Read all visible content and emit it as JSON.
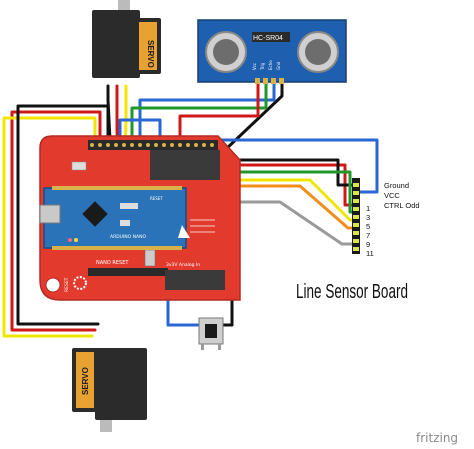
{
  "servo_top": {
    "label": "SERVO"
  },
  "servo_bottom": {
    "label": "SERVO"
  },
  "ultrasonic": {
    "label": "HC-SR04",
    "pins": [
      "Vcc",
      "Trig",
      "Echo",
      "Gnd"
    ]
  },
  "nano": {
    "label": "ARDUINO NANO",
    "reset_label": "RESET"
  },
  "shield": {
    "reset_label": "RESET",
    "nano_reset_label": "NANO RESET",
    "analog_label": "3v3V Analog In"
  },
  "line_sensor": {
    "title": "Line Sensor Board",
    "labels": [
      "Ground",
      "VCC",
      "CTRL Odd"
    ],
    "pin_numbers": [
      "1",
      "3",
      "5",
      "7",
      "9",
      "11"
    ]
  },
  "watermark": "fritzing",
  "colors": {
    "shield": "#e23b2e",
    "nano": "#2a73b8",
    "sensor_module": "#1f5fb0",
    "servo": "#2b2b2b",
    "wire_red": "#d01818",
    "wire_black": "#111111",
    "wire_yellow": "#f2e600",
    "wire_blue": "#2a66d4",
    "wire_green": "#1f9a2a",
    "wire_orange": "#f28c1a",
    "wire_white": "#ffffff",
    "wire_grey": "#9a9a9a"
  }
}
